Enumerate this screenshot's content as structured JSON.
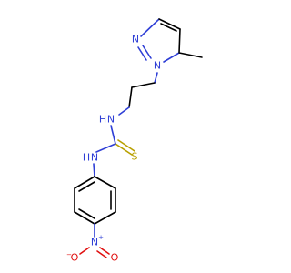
{
  "molecule": {
    "atoms": {
      "n_pyr_top": "N",
      "n_pyr_sub": "N",
      "nh_upper": "N",
      "h_upper": "H",
      "nh_lower": "N",
      "h_lower": "H",
      "sulfur": "S",
      "n_nitro": "N",
      "n_nitro_charge": "+",
      "o_nitro_left": "O",
      "o_nitro_left_charge": "−",
      "o_nitro_right": "O"
    },
    "colors": {
      "carbon_bond": "#000000",
      "nitrogen": "#2f3fd6",
      "oxygen": "#e01010",
      "sulfur": "#b8a000"
    }
  }
}
